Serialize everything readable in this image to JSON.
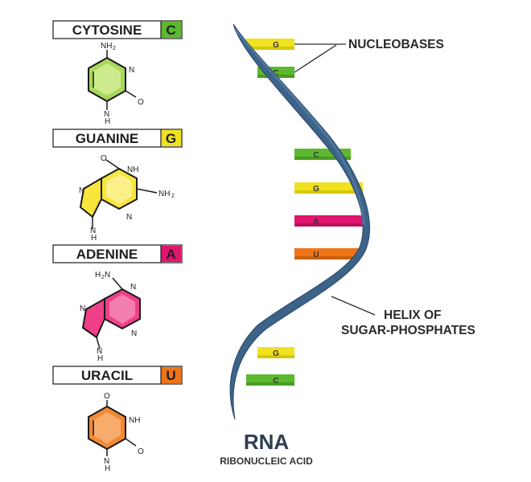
{
  "bases": [
    {
      "name": "CYTOSINE",
      "letter": "C",
      "color": "#5cb82e",
      "ring_color": "#a6d85b"
    },
    {
      "name": "GUANINE",
      "letter": "G",
      "color": "#f0e21f",
      "ring_color": "#f7e53c"
    },
    {
      "name": "ADENINE",
      "letter": "A",
      "color": "#e0156d",
      "ring_color": "#ef3f88"
    },
    {
      "name": "URACIL",
      "letter": "U",
      "color": "#ee7417",
      "ring_color": "#f28a33"
    }
  ],
  "atoms": {
    "cytosine": {
      "nh2": "NH",
      "sub2": "2",
      "n_top": "N",
      "o": "O",
      "n_bottom": "N",
      "h": "H"
    },
    "guanine": {
      "o": "O",
      "nh_top": "NH",
      "nh2": "NH",
      "sub2": "2",
      "n_right": "N",
      "n_left": "N",
      "n_bottom": "N",
      "h": "H"
    },
    "adenine": {
      "h2n": "H",
      "sub2": "2",
      "n_h": "N",
      "n_top": "N",
      "n_left": "N",
      "n_right": "N",
      "n_bottom": "N",
      "h": "H"
    },
    "uracil": {
      "o_top": "O",
      "nh": "NH",
      "o_right": "O",
      "n_bottom": "N",
      "h": "H"
    }
  },
  "rungs": [
    {
      "letter": "G",
      "color": "#f0e21f"
    },
    {
      "letter": "C",
      "color": "#5cb82e"
    },
    {
      "letter": "C",
      "color": "#5cb82e"
    },
    {
      "letter": "G",
      "color": "#f0e21f"
    },
    {
      "letter": "A",
      "color": "#e0156d"
    },
    {
      "letter": "U",
      "color": "#ee7417"
    },
    {
      "letter": "G",
      "color": "#f0e21f"
    },
    {
      "letter": "C",
      "color": "#5cb82e"
    }
  ],
  "callouts": {
    "nucleobases": "NUCLEOBASES",
    "helix_line1": "HELIX OF",
    "helix_line2": "SUGAR-PHOSPHATES"
  },
  "title": {
    "main": "RNA",
    "sub": "RIBONUCLEIC ACID"
  },
  "colors": {
    "helix": "#3d6389",
    "helix_shadow": "#26476a",
    "outline": "#1a1a1a"
  }
}
